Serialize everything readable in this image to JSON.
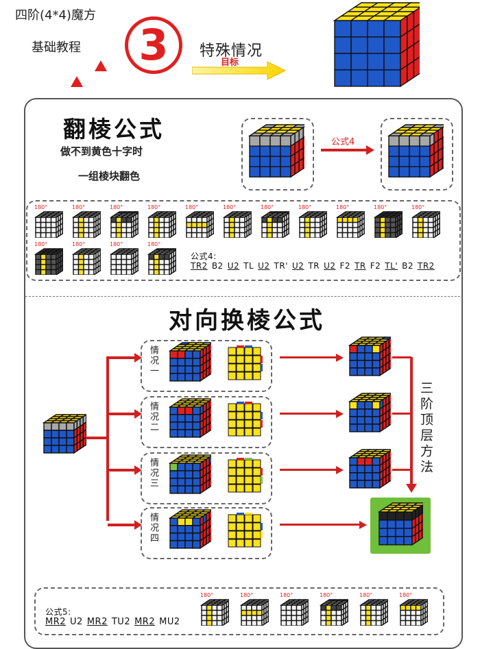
{
  "header": {
    "title": "四阶(4*4)魔方",
    "subtitle": "基础教程",
    "badge_number": "3",
    "special_label": "特殊情况",
    "target_label": "目标"
  },
  "flip_section": {
    "title": "翻棱公式",
    "line1": "做不到黄色十字时",
    "line2": "一组棱块翻色",
    "arrow_label": "公式4",
    "step_degree": "180°",
    "formula_label": "公式4:",
    "formula_moves": [
      "TR2",
      "B2",
      "U2",
      "TL",
      "U2",
      "TR'",
      "U2",
      "TR",
      "U2",
      "F2",
      "TR",
      "F2",
      "TL'",
      "B2",
      "TR2"
    ]
  },
  "swap_section": {
    "title": "对向换棱公式",
    "cases": [
      "情况一",
      "情况二",
      "情况三",
      "情况四"
    ],
    "side_note": "三阶顶层方法",
    "step_degree": "180°",
    "formula_label": "公式5:",
    "formula_moves": [
      "MR2",
      "U2",
      "MR2",
      "TU2",
      "MR2",
      "MU2"
    ]
  },
  "colors": {
    "red": "#e02020",
    "yellow": "#ffe21a",
    "blue": "#1f58c8",
    "green": "#7dc243",
    "grey": "#a8a8a8"
  }
}
